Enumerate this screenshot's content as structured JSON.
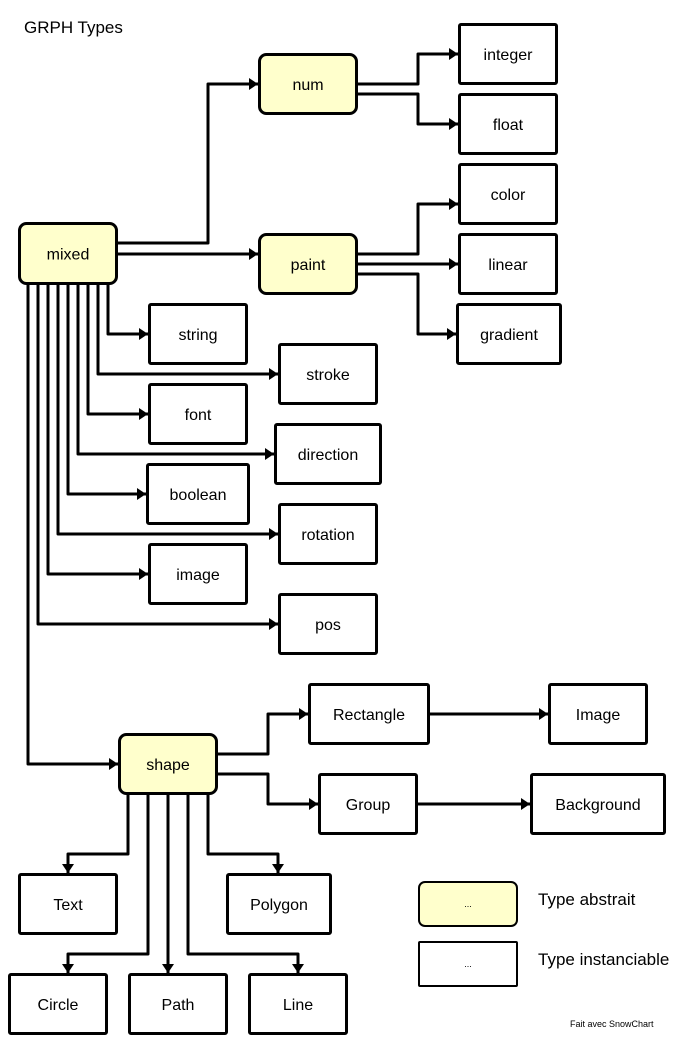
{
  "title": "GRPH Types",
  "credit": "Fait avec SnowChart",
  "colors": {
    "abstract_fill": "#ffffcc",
    "instanciable_fill": "#ffffff",
    "stroke": "#000000"
  },
  "legend": [
    {
      "kind": "abstract",
      "box_text": "...",
      "label": "Type abstrait"
    },
    {
      "kind": "instanciable",
      "box_text": "...",
      "label": "Type instanciable"
    }
  ],
  "nodes": [
    {
      "id": "mixed",
      "label": "mixed",
      "kind": "abstract"
    },
    {
      "id": "num",
      "label": "num",
      "kind": "abstract"
    },
    {
      "id": "paint",
      "label": "paint",
      "kind": "abstract"
    },
    {
      "id": "shape",
      "label": "shape",
      "kind": "abstract"
    },
    {
      "id": "integer",
      "label": "integer",
      "kind": "instanciable"
    },
    {
      "id": "float",
      "label": "float",
      "kind": "instanciable"
    },
    {
      "id": "color",
      "label": "color",
      "kind": "instanciable"
    },
    {
      "id": "linear",
      "label": "linear",
      "kind": "instanciable"
    },
    {
      "id": "gradient",
      "label": "gradient",
      "kind": "instanciable"
    },
    {
      "id": "string",
      "label": "string",
      "kind": "instanciable"
    },
    {
      "id": "stroke",
      "label": "stroke",
      "kind": "instanciable"
    },
    {
      "id": "font",
      "label": "font",
      "kind": "instanciable"
    },
    {
      "id": "direction",
      "label": "direction",
      "kind": "instanciable"
    },
    {
      "id": "boolean",
      "label": "boolean",
      "kind": "instanciable"
    },
    {
      "id": "rotation",
      "label": "rotation",
      "kind": "instanciable"
    },
    {
      "id": "image",
      "label": "image",
      "kind": "instanciable"
    },
    {
      "id": "pos",
      "label": "pos",
      "kind": "instanciable"
    },
    {
      "id": "Rectangle",
      "label": "Rectangle",
      "kind": "instanciable"
    },
    {
      "id": "Image",
      "label": "Image",
      "kind": "instanciable"
    },
    {
      "id": "Group",
      "label": "Group",
      "kind": "instanciable"
    },
    {
      "id": "Background",
      "label": "Background",
      "kind": "instanciable"
    },
    {
      "id": "Text",
      "label": "Text",
      "kind": "instanciable"
    },
    {
      "id": "Polygon",
      "label": "Polygon",
      "kind": "instanciable"
    },
    {
      "id": "Circle",
      "label": "Circle",
      "kind": "instanciable"
    },
    {
      "id": "Path",
      "label": "Path",
      "kind": "instanciable"
    },
    {
      "id": "Line",
      "label": "Line",
      "kind": "instanciable"
    }
  ],
  "edges": [
    {
      "from": "mixed",
      "to": "num"
    },
    {
      "from": "mixed",
      "to": "paint"
    },
    {
      "from": "num",
      "to": "integer"
    },
    {
      "from": "num",
      "to": "float"
    },
    {
      "from": "paint",
      "to": "color"
    },
    {
      "from": "paint",
      "to": "linear"
    },
    {
      "from": "paint",
      "to": "gradient"
    },
    {
      "from": "mixed",
      "to": "string"
    },
    {
      "from": "mixed",
      "to": "stroke"
    },
    {
      "from": "mixed",
      "to": "font"
    },
    {
      "from": "mixed",
      "to": "direction"
    },
    {
      "from": "mixed",
      "to": "boolean"
    },
    {
      "from": "mixed",
      "to": "rotation"
    },
    {
      "from": "mixed",
      "to": "image"
    },
    {
      "from": "mixed",
      "to": "pos"
    },
    {
      "from": "mixed",
      "to": "shape"
    },
    {
      "from": "shape",
      "to": "Rectangle"
    },
    {
      "from": "shape",
      "to": "Group"
    },
    {
      "from": "Rectangle",
      "to": "Image"
    },
    {
      "from": "Group",
      "to": "Background"
    },
    {
      "from": "shape",
      "to": "Text"
    },
    {
      "from": "shape",
      "to": "Circle"
    },
    {
      "from": "shape",
      "to": "Path"
    },
    {
      "from": "shape",
      "to": "Line"
    },
    {
      "from": "shape",
      "to": "Polygon"
    }
  ]
}
